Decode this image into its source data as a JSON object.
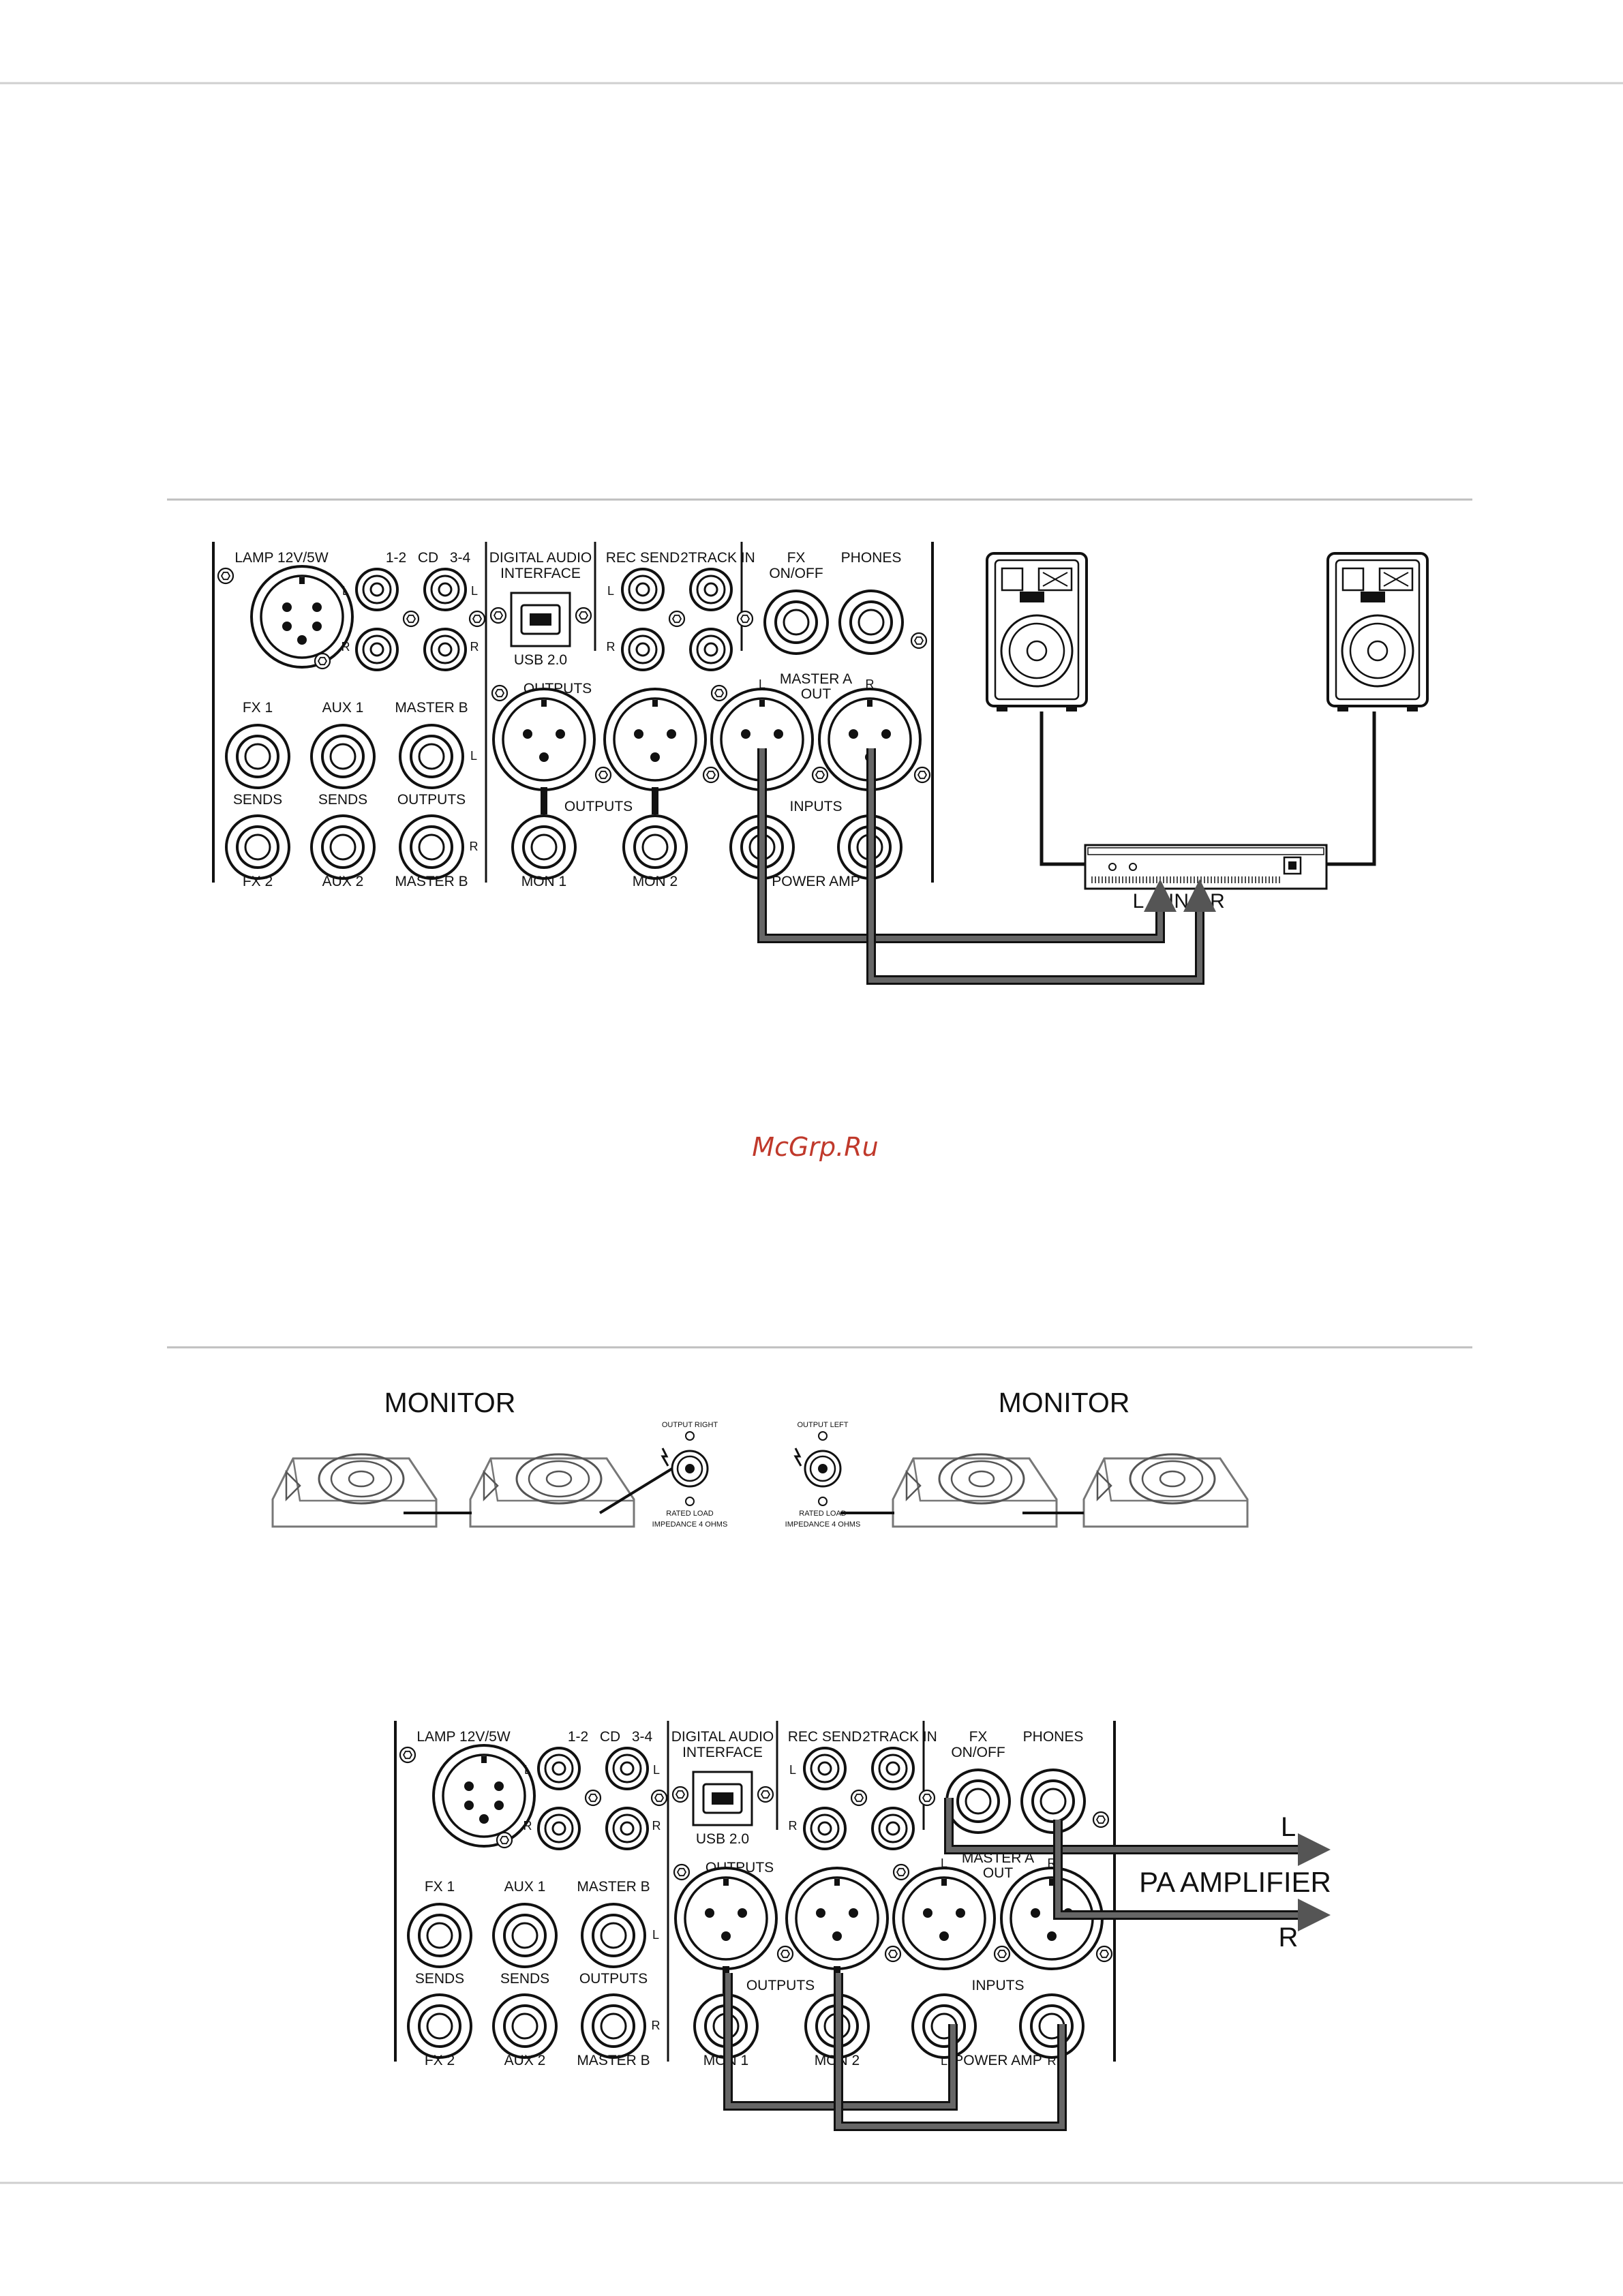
{
  "watermark": "McGrp.Ru",
  "colors": {
    "line": "#111111",
    "cable": "#555555",
    "cable_outline": "#111111",
    "watermark": "#c0392b",
    "rule": "#bfbfbf",
    "speaker": "#777777"
  },
  "panel": {
    "lamp": "LAMP 12V/5W",
    "cd": "CD",
    "cd_12": "1-2",
    "cd_34": "3-4",
    "digital_audio": "DIGITAL AUDIO",
    "interface": "INTERFACE",
    "usb": "USB 2.0",
    "rec_send": "REC SEND",
    "track_in": "2TRACK IN",
    "fx": "FX",
    "on_off": "ON/OFF",
    "phones": "PHONES",
    "l": "L",
    "r": "R",
    "outputs": "OUTPUTS",
    "master_a": "MASTER A",
    "out": "OUT",
    "fx1": "FX 1",
    "aux1": "AUX 1",
    "master_b": "MASTER B",
    "sends": "SENDS",
    "fx2": "FX 2",
    "aux2": "AUX 2",
    "mon1": "MON 1",
    "mon2": "MON 2",
    "inputs": "INPUTS",
    "power_amp": "POWER AMP"
  },
  "amp": {
    "l": "L",
    "in": "IN",
    "r": "R"
  },
  "monitors": {
    "title_left": "MONITOR",
    "title_right": "MONITOR",
    "output_right": "OUTPUT RIGHT",
    "output_left": "OUTPUT LEFT",
    "rated_load": "RATED LOAD",
    "impedance": "IMPEDANCE 4 OHMS"
  },
  "pa": {
    "l": "L",
    "label": "PA AMPLIFIER",
    "r": "R"
  }
}
